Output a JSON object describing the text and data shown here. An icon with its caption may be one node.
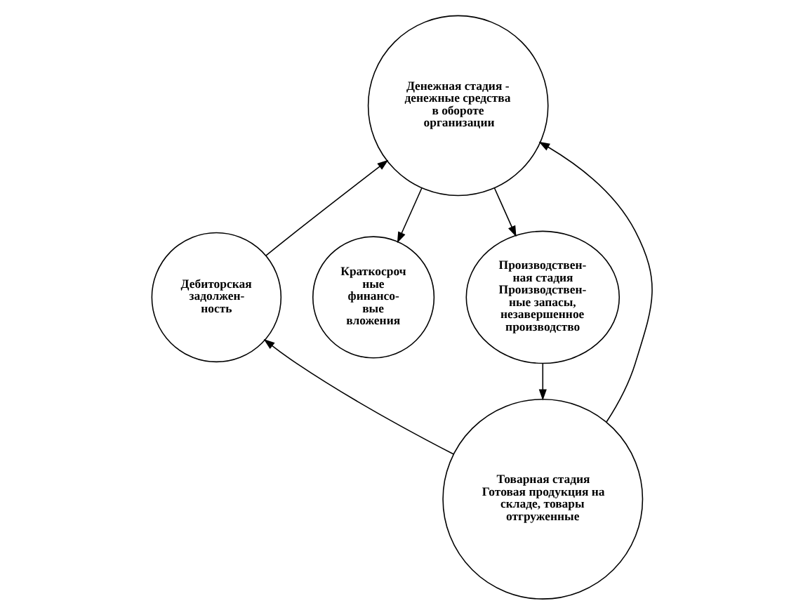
{
  "diagram": {
    "nodes": [
      {
        "text": [
          "Денежная стадия - денежные средства в обороте организации"
        ]
      },
      {
        "text": [
          "Дебиторская задолжен- ность"
        ]
      },
      {
        "text": [
          "Краткосроч ные финансо- вые вложения"
        ]
      },
      {
        "text": [
          "Производствен- ная стадия",
          "Производствен- ные запасы, незавершенное производство"
        ]
      },
      {
        "text": [
          "Товарная стадия",
          "Готовая продукция на складе, товары отгруженные"
        ]
      }
    ],
    "edges": [
      {
        "from": 1,
        "to": 0,
        "arrow": "to"
      },
      {
        "from": 0,
        "to": 2,
        "arrow": "to"
      },
      {
        "from": 0,
        "to": 3,
        "arrow": "to"
      },
      {
        "from": 3,
        "to": 4,
        "arrow": "to"
      },
      {
        "from": 4,
        "to": 1,
        "arrow": "to"
      },
      {
        "from": 4,
        "to": 0,
        "arrow": "to"
      }
    ]
  }
}
